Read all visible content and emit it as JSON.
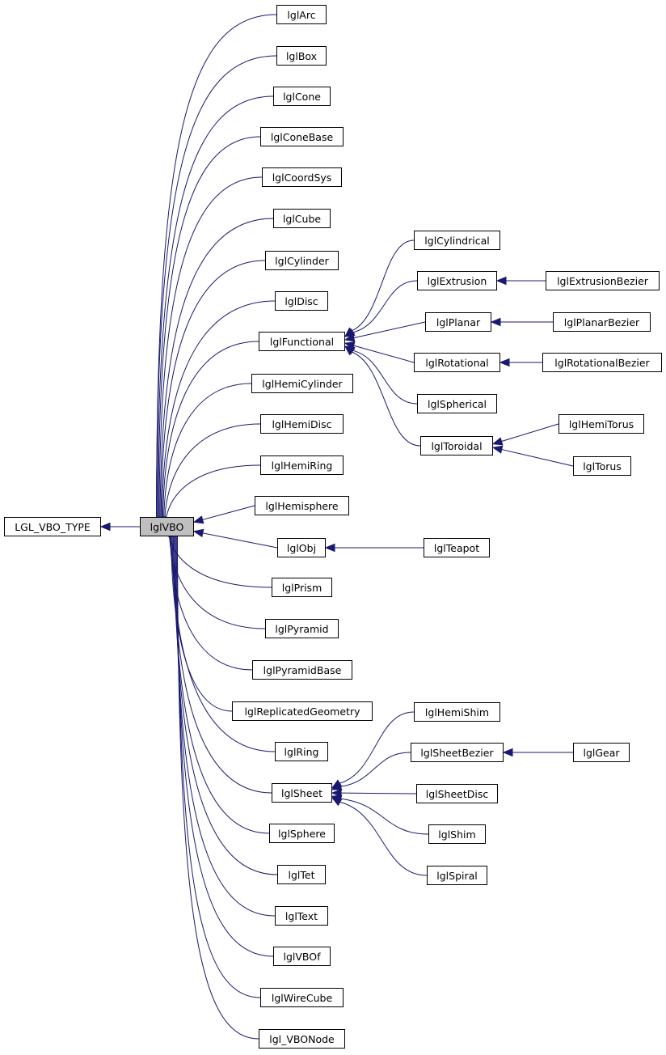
{
  "nodes": [
    {
      "id": "LGL_VBO_TYPE",
      "label": "LGL_VBO_TYPE"
    },
    {
      "id": "lglVBO",
      "label": "lglVBO",
      "highlight": true
    },
    {
      "id": "lglArc",
      "label": "lglArc"
    },
    {
      "id": "lglBox",
      "label": "lglBox"
    },
    {
      "id": "lglCone",
      "label": "lglCone"
    },
    {
      "id": "lglConeBase",
      "label": "lglConeBase"
    },
    {
      "id": "lglCoordSys",
      "label": "lglCoordSys"
    },
    {
      "id": "lglCube",
      "label": "lglCube"
    },
    {
      "id": "lglCylinder",
      "label": "lglCylinder"
    },
    {
      "id": "lglDisc",
      "label": "lglDisc"
    },
    {
      "id": "lglFunctional",
      "label": "lglFunctional"
    },
    {
      "id": "lglHemiCylinder",
      "label": "lglHemiCylinder"
    },
    {
      "id": "lglHemiDisc",
      "label": "lglHemiDisc"
    },
    {
      "id": "lglHemiRing",
      "label": "lglHemiRing"
    },
    {
      "id": "lglHemisphere",
      "label": "lglHemisphere"
    },
    {
      "id": "lglObj",
      "label": "lglObj"
    },
    {
      "id": "lglPrism",
      "label": "lglPrism"
    },
    {
      "id": "lglPyramid",
      "label": "lglPyramid"
    },
    {
      "id": "lglPyramidBase",
      "label": "lglPyramidBase"
    },
    {
      "id": "lglReplicatedGeometry",
      "label": "lglReplicatedGeometry"
    },
    {
      "id": "lglRing",
      "label": "lglRing"
    },
    {
      "id": "lglSheet",
      "label": "lglSheet"
    },
    {
      "id": "lglSphere",
      "label": "lglSphere"
    },
    {
      "id": "lglTet",
      "label": "lglTet"
    },
    {
      "id": "lglText",
      "label": "lglText"
    },
    {
      "id": "lglVBOf",
      "label": "lglVBOf"
    },
    {
      "id": "lglWireCube",
      "label": "lglWireCube"
    },
    {
      "id": "lgl_VBONode",
      "label": "lgl_VBONode"
    },
    {
      "id": "lglCylindrical",
      "label": "lglCylindrical"
    },
    {
      "id": "lglExtrusion",
      "label": "lglExtrusion"
    },
    {
      "id": "lglPlanar",
      "label": "lglPlanar"
    },
    {
      "id": "lglRotational",
      "label": "lglRotational"
    },
    {
      "id": "lglSpherical",
      "label": "lglSpherical"
    },
    {
      "id": "lglToroidal",
      "label": "lglToroidal"
    },
    {
      "id": "lglExtrusionBezier",
      "label": "lglExtrusionBezier"
    },
    {
      "id": "lglPlanarBezier",
      "label": "lglPlanarBezier"
    },
    {
      "id": "lglRotationalBezier",
      "label": "lglRotationalBezier"
    },
    {
      "id": "lglHemiTorus",
      "label": "lglHemiTorus"
    },
    {
      "id": "lglTorus",
      "label": "lglTorus"
    },
    {
      "id": "lglTeapot",
      "label": "lglTeapot"
    },
    {
      "id": "lglHemiShim",
      "label": "lglHemiShim"
    },
    {
      "id": "lglSheetBezier",
      "label": "lglSheetBezier"
    },
    {
      "id": "lglSheetDisc",
      "label": "lglSheetDisc"
    },
    {
      "id": "lglShim",
      "label": "lglShim"
    },
    {
      "id": "lglSpiral",
      "label": "lglSpiral"
    },
    {
      "id": "lglGear",
      "label": "lglGear"
    }
  ],
  "edges": [
    {
      "from": "lglVBO",
      "to": "LGL_VBO_TYPE"
    },
    {
      "from": "lglArc",
      "to": "lglVBO"
    },
    {
      "from": "lglBox",
      "to": "lglVBO"
    },
    {
      "from": "lglCone",
      "to": "lglVBO"
    },
    {
      "from": "lglConeBase",
      "to": "lglVBO"
    },
    {
      "from": "lglCoordSys",
      "to": "lglVBO"
    },
    {
      "from": "lglCube",
      "to": "lglVBO"
    },
    {
      "from": "lglCylinder",
      "to": "lglVBO"
    },
    {
      "from": "lglDisc",
      "to": "lglVBO"
    },
    {
      "from": "lglFunctional",
      "to": "lglVBO"
    },
    {
      "from": "lglHemiCylinder",
      "to": "lglVBO"
    },
    {
      "from": "lglHemiDisc",
      "to": "lglVBO"
    },
    {
      "from": "lglHemiRing",
      "to": "lglVBO"
    },
    {
      "from": "lglHemisphere",
      "to": "lglVBO"
    },
    {
      "from": "lglObj",
      "to": "lglVBO"
    },
    {
      "from": "lglPrism",
      "to": "lglVBO"
    },
    {
      "from": "lglPyramid",
      "to": "lglVBO"
    },
    {
      "from": "lglPyramidBase",
      "to": "lglVBO"
    },
    {
      "from": "lglReplicatedGeometry",
      "to": "lglVBO"
    },
    {
      "from": "lglRing",
      "to": "lglVBO"
    },
    {
      "from": "lglSheet",
      "to": "lglVBO"
    },
    {
      "from": "lglSphere",
      "to": "lglVBO"
    },
    {
      "from": "lglTet",
      "to": "lglVBO"
    },
    {
      "from": "lglText",
      "to": "lglVBO"
    },
    {
      "from": "lglVBOf",
      "to": "lglVBO"
    },
    {
      "from": "lglWireCube",
      "to": "lglVBO"
    },
    {
      "from": "lgl_VBONode",
      "to": "lglVBO"
    },
    {
      "from": "lglCylindrical",
      "to": "lglFunctional"
    },
    {
      "from": "lglExtrusion",
      "to": "lglFunctional"
    },
    {
      "from": "lglPlanar",
      "to": "lglFunctional"
    },
    {
      "from": "lglRotational",
      "to": "lglFunctional"
    },
    {
      "from": "lglSpherical",
      "to": "lglFunctional"
    },
    {
      "from": "lglToroidal",
      "to": "lglFunctional"
    },
    {
      "from": "lglExtrusionBezier",
      "to": "lglExtrusion"
    },
    {
      "from": "lglPlanarBezier",
      "to": "lglPlanar"
    },
    {
      "from": "lglRotationalBezier",
      "to": "lglRotational"
    },
    {
      "from": "lglHemiTorus",
      "to": "lglToroidal"
    },
    {
      "from": "lglTorus",
      "to": "lglToroidal"
    },
    {
      "from": "lglTeapot",
      "to": "lglObj"
    },
    {
      "from": "lglHemiShim",
      "to": "lglSheet"
    },
    {
      "from": "lglSheetBezier",
      "to": "lglSheet"
    },
    {
      "from": "lglSheetDisc",
      "to": "lglSheet"
    },
    {
      "from": "lglShim",
      "to": "lglSheet"
    },
    {
      "from": "lglSpiral",
      "to": "lglSheet"
    },
    {
      "from": "lglGear",
      "to": "lglSheetBezier"
    }
  ],
  "colors": {
    "edge": "#191970",
    "node_border": "#000000",
    "highlight_fill": "#bfbfbf"
  }
}
